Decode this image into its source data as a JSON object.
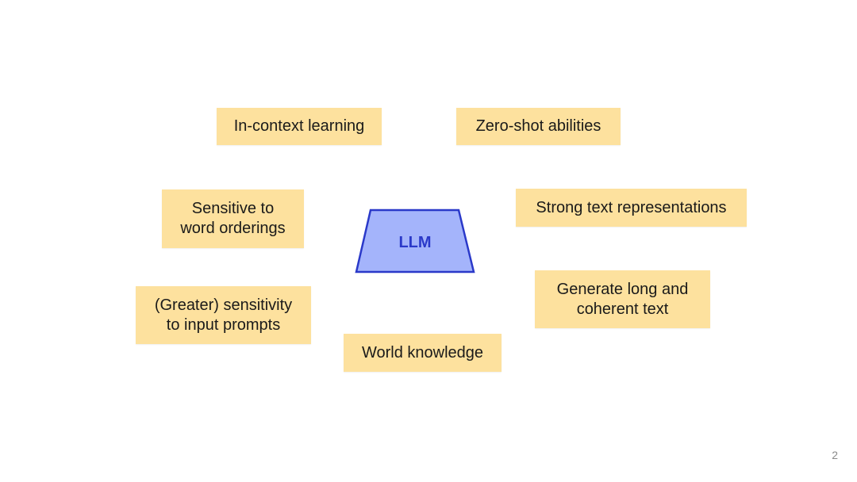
{
  "center": {
    "label": "LLM",
    "fill_color": "#a4b4fb",
    "stroke_color": "#2a39c9"
  },
  "notes": [
    {
      "id": "in-context",
      "lines": [
        "In-context learning"
      ]
    },
    {
      "id": "zero-shot",
      "lines": [
        "Zero-shot abilities"
      ]
    },
    {
      "id": "sensitive-order",
      "lines": [
        "Sensitive to",
        "word orderings"
      ]
    },
    {
      "id": "strong-text",
      "lines": [
        "Strong text representations"
      ]
    },
    {
      "id": "greater-sensitivity",
      "lines": [
        "(Greater) sensitivity",
        "to input prompts"
      ]
    },
    {
      "id": "generate-long",
      "lines": [
        "Generate long and",
        "coherent text"
      ]
    },
    {
      "id": "world-knowledge",
      "lines": [
        "World knowledge"
      ]
    }
  ],
  "note_color": "#fde19e",
  "page_number": "2"
}
